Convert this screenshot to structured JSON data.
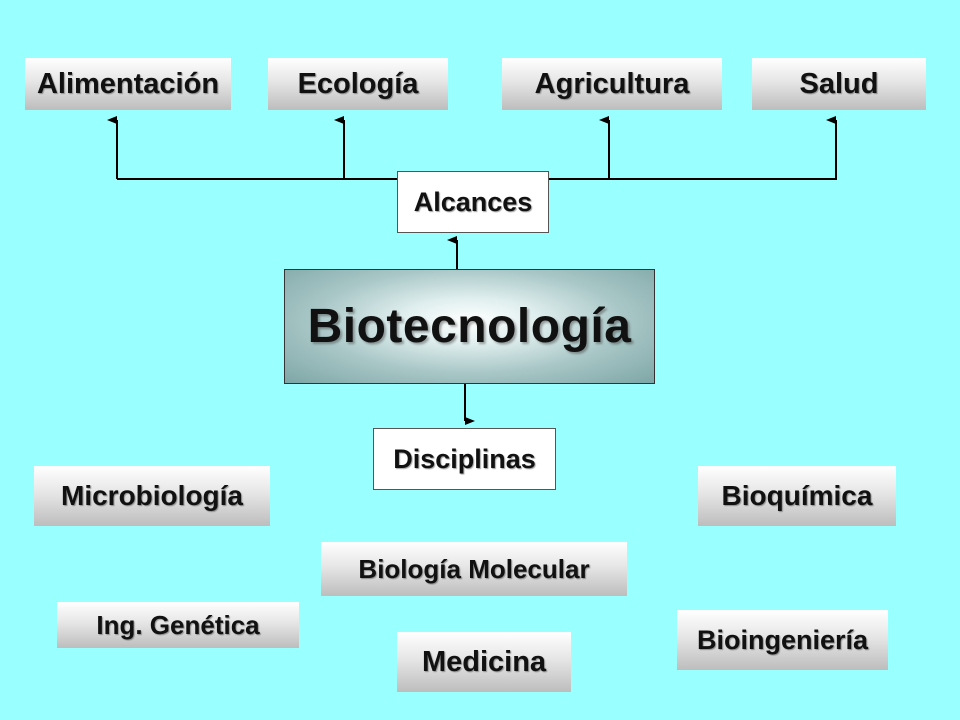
{
  "central": {
    "label": "Biotecnología"
  },
  "alcances": {
    "label": "Alcances",
    "items": [
      "Alimentación",
      "Ecología",
      "Agricultura",
      "Salud"
    ]
  },
  "disciplinas": {
    "label": "Disciplinas",
    "items": [
      "Microbiología",
      "Bioquímica",
      "Biología Molecular",
      "Ing. Genética",
      "Bioingeniería",
      "Medicina"
    ]
  },
  "colors": {
    "background": "#99ffff",
    "connector": "#000000"
  }
}
